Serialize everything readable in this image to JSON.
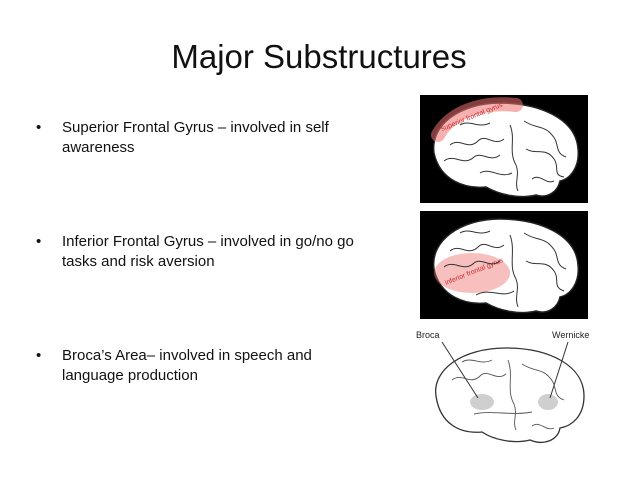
{
  "slide": {
    "title": "Major Substructures",
    "bullet_symbol": "•",
    "bullets": [
      {
        "text": "Superior Frontal Gyrus – involved in self awareness"
      },
      {
        "text": "Inferior Frontal Gyrus – involved in go/no go tasks and risk aversion"
      },
      {
        "text": "Broca’s Area– involved in speech and language production"
      }
    ]
  },
  "figures": {
    "superior_label": "superior frontal gyrus",
    "inferior_label": "inferior frontal gyrus",
    "broca_label": "Broca",
    "wernicke_label": "Wernicke"
  },
  "colors": {
    "highlight": "#f07070",
    "background": "#ffffff"
  }
}
